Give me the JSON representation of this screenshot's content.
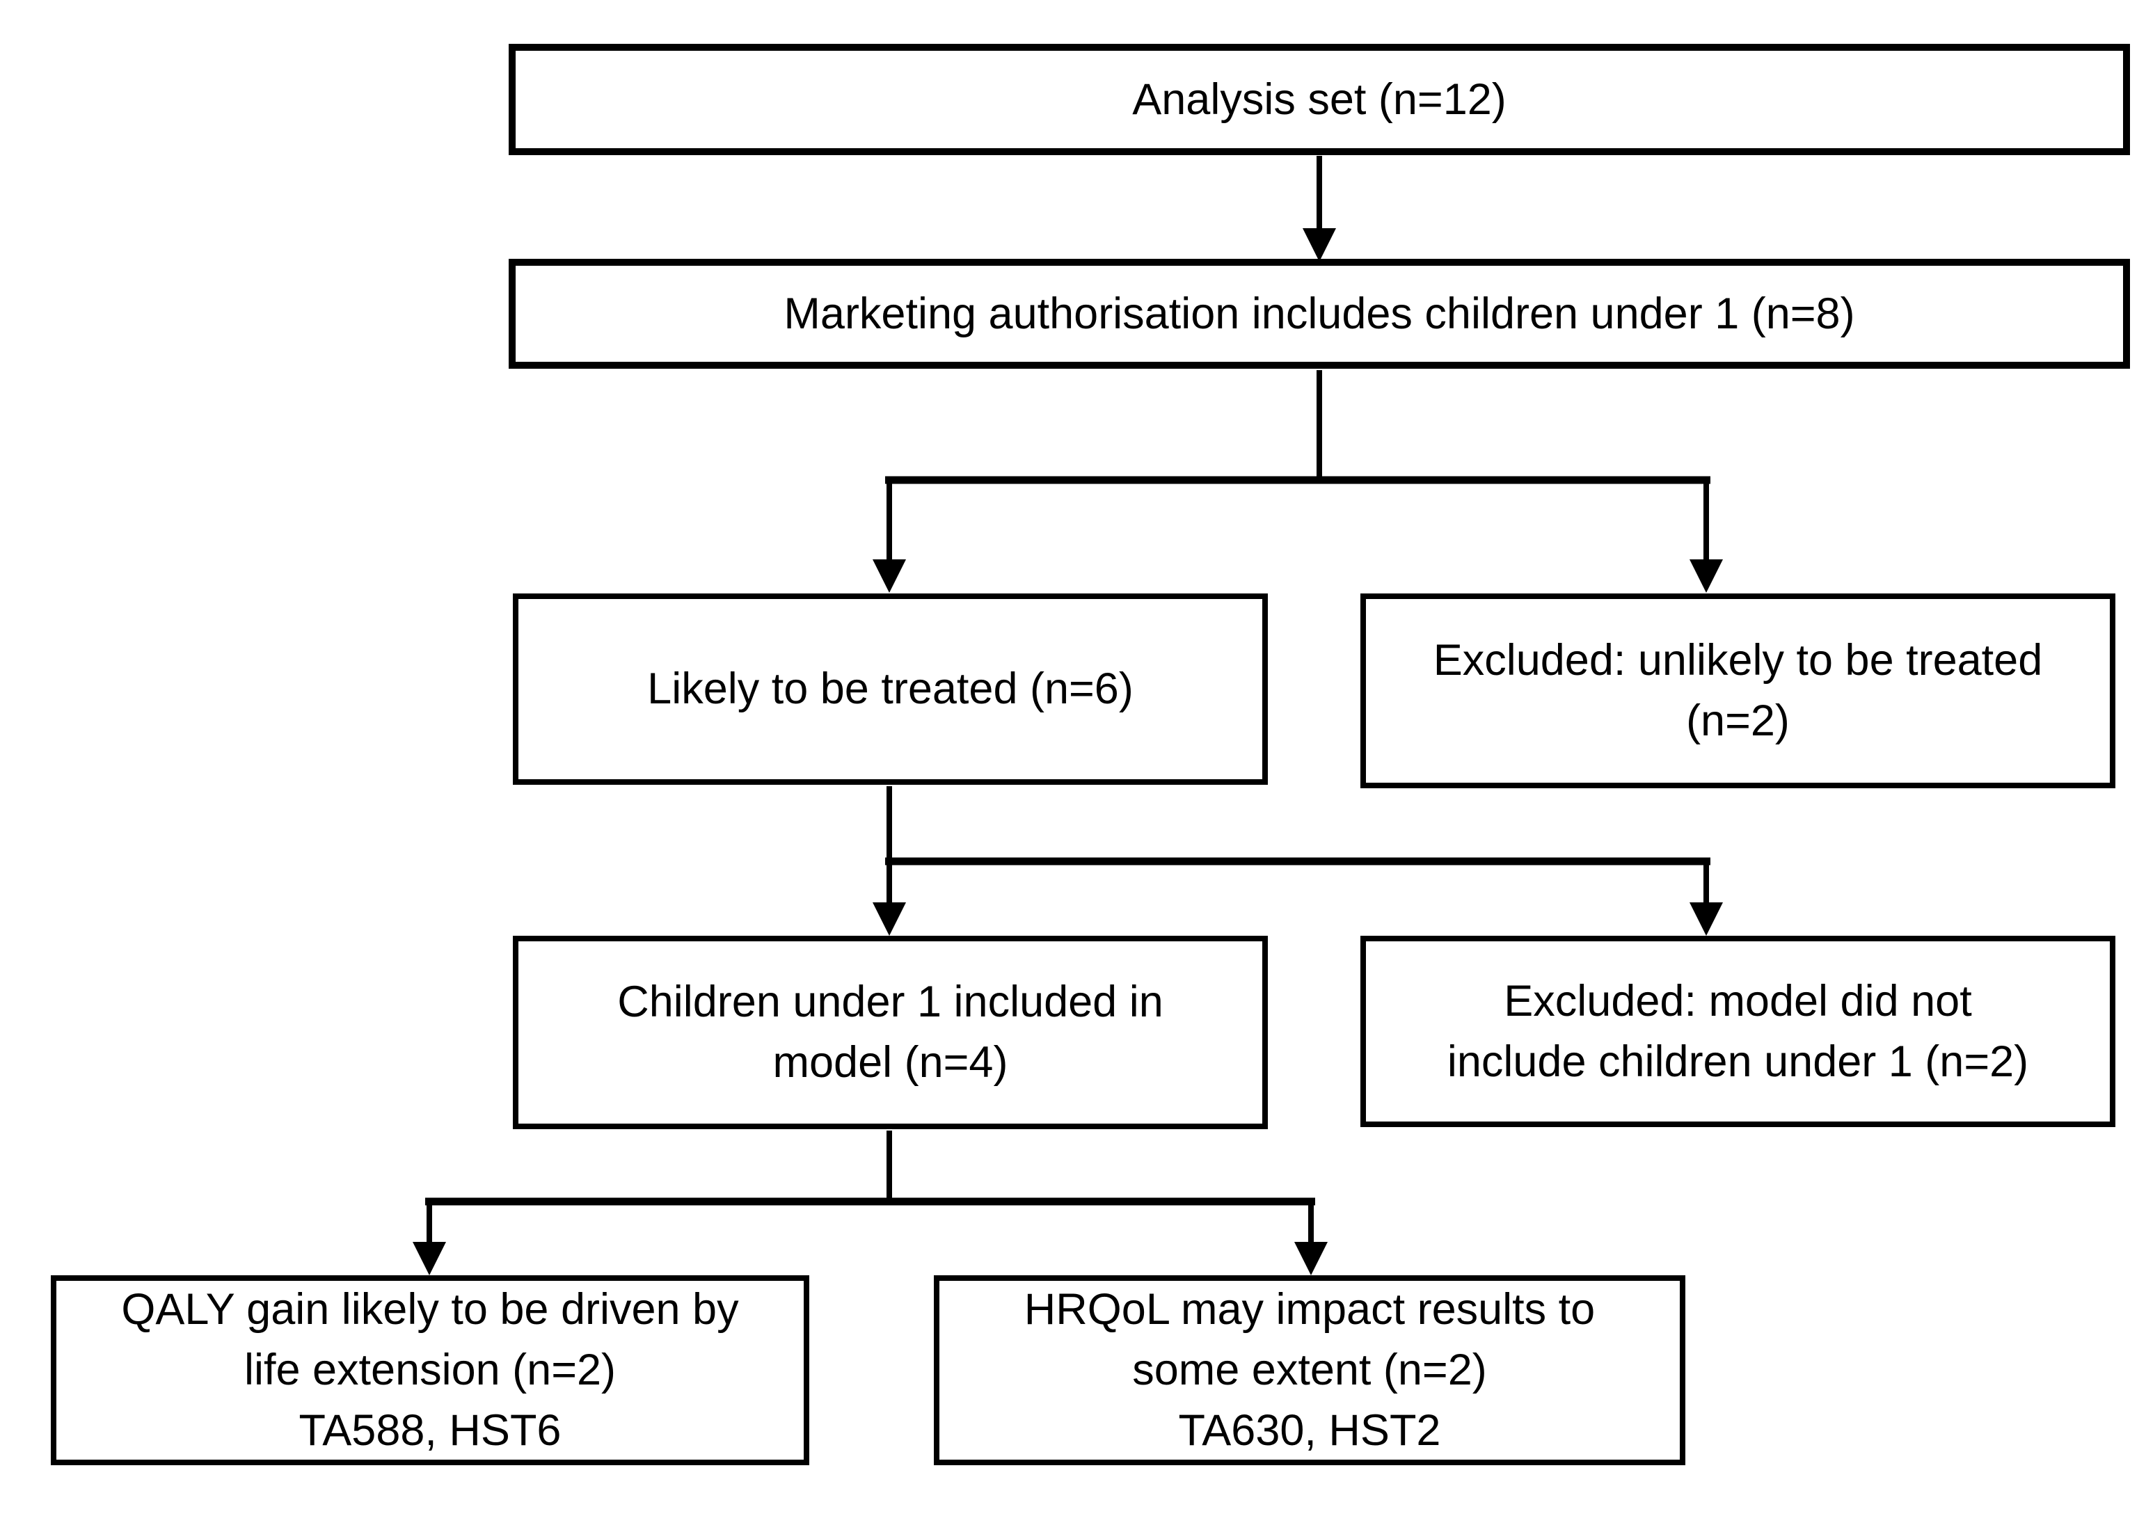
{
  "diagram": {
    "type": "flowchart",
    "background_color": "#ffffff",
    "line_color": "#000000",
    "nodes": {
      "analysis_set": {
        "label": "Analysis set (n=12)"
      },
      "marketing_auth": {
        "label": "Marketing authorisation includes children under 1 (n=8)"
      },
      "likely_treated": {
        "label": "Likely to be treated (n=6)"
      },
      "excluded_unlikely": {
        "label": "Excluded: unlikely to be treated\n(n=2)"
      },
      "children_in_model": {
        "label": "Children under 1 included in\nmodel (n=4)"
      },
      "excluded_model": {
        "label": "Excluded: model did not\ninclude children under 1 (n=2)"
      },
      "qaly_gain": {
        "label": "QALY gain likely to be driven by\nlife extension (n=2)\nTA588, HST6"
      },
      "hrqol_impact": {
        "label": "HRQoL may impact results to\nsome extent (n=2)\nTA630, HST2"
      }
    }
  }
}
